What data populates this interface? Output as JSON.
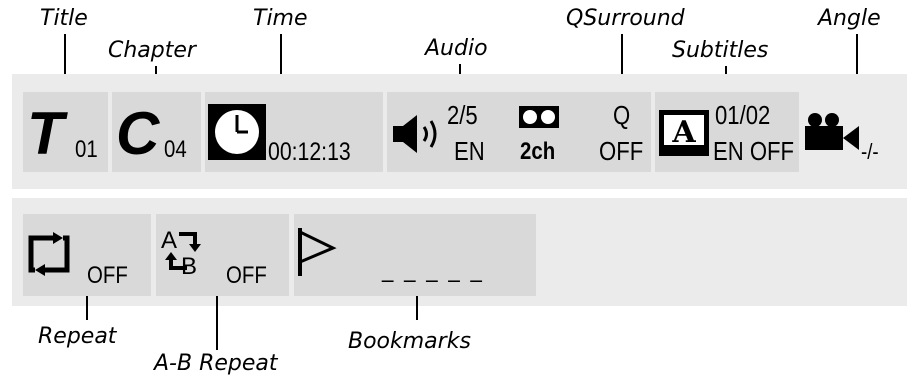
{
  "callouts": {
    "title": "Title",
    "chapter": "Chapter",
    "time": "Time",
    "audio": "Audio",
    "qsurround": "QSurround",
    "subtitles": "Subtitles",
    "angle": "Angle",
    "repeat": "Repeat",
    "ab_repeat": "A-B Repeat",
    "bookmarks": "Bookmarks"
  },
  "title": {
    "letter": "T",
    "value": "01"
  },
  "chapter": {
    "letter": "C",
    "value": "04"
  },
  "time": {
    "value": "00:12:13",
    "icon": "clock-icon"
  },
  "audio": {
    "track": "2/5",
    "language": "EN",
    "icon": "speaker-icon"
  },
  "dolby": {
    "channels": "2ch",
    "icon": "dolby-icon"
  },
  "qsurround": {
    "label": "Q",
    "state": "OFF"
  },
  "subtitles": {
    "track": "01/02",
    "status": "EN OFF",
    "icon": "subtitle-icon"
  },
  "angle": {
    "value": "-/-",
    "icon": "camera-icon"
  },
  "repeat": {
    "state": "OFF",
    "icon": "repeat-icon"
  },
  "ab_repeat": {
    "state": "OFF",
    "icon": "ab-repeat-icon"
  },
  "bookmarks": {
    "slots": "_ _ _ _ _",
    "icon": "flag-icon"
  }
}
